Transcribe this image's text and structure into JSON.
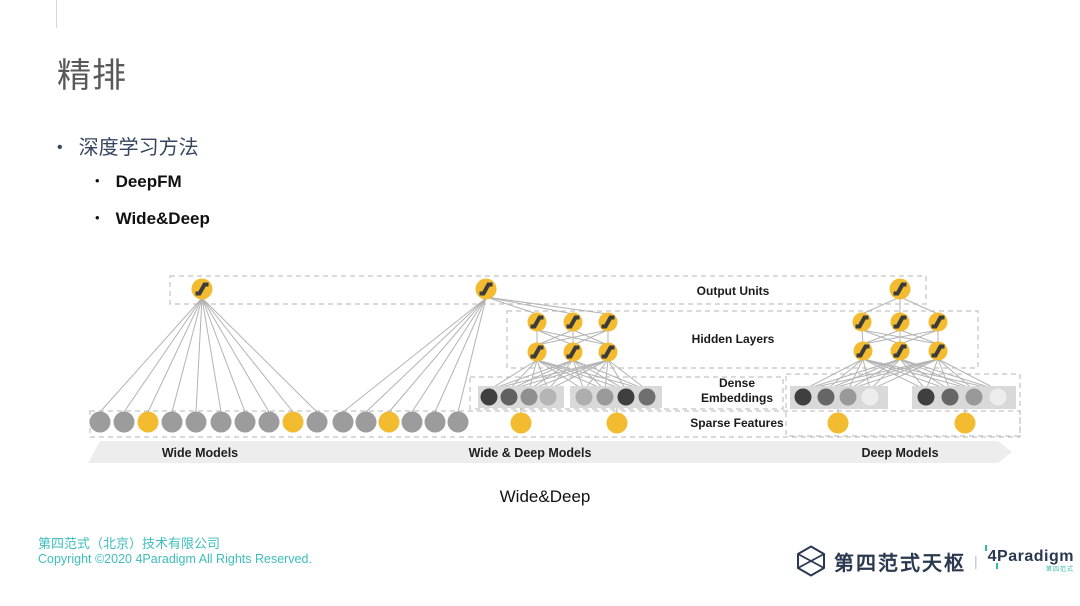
{
  "slide": {
    "title": "精排",
    "bullet": "深度学习方法",
    "sub_bullets": [
      "DeepFM",
      "Wide&Deep"
    ],
    "caption": "Wide&Deep"
  },
  "diagram": {
    "labels": {
      "output_units": "Output Units",
      "hidden_layers": "Hidden Layers",
      "dense_embeddings_line1": "Dense",
      "dense_embeddings_line2": "Embeddings",
      "sparse_features": "Sparse Features"
    },
    "banners": [
      "Wide Models",
      "Wide & Deep Models",
      "Deep Models"
    ],
    "structure": {
      "wide_sparse_count": 10,
      "wide_yellow_indices": [
        2,
        8
      ],
      "mid_wide_sparse_count": 6,
      "mid_wide_yellow_indices": [
        2
      ],
      "hidden_rows_per_deep_model": 2,
      "hidden_nodes_per_row": 3,
      "embedding_circles_per_box": 4
    },
    "embedding_shades": {
      "mid_left": [
        "#3F3F3F",
        "#606060",
        "#8F8F8F",
        "#B5B5B5"
      ],
      "mid_right": [
        "#AEAEAE",
        "#9A9A9A",
        "#3F3F3F",
        "#6F6F6F"
      ],
      "deep": [
        "#3F3F3F",
        "#666666",
        "#999999",
        "#EDEDED"
      ]
    }
  },
  "footer": {
    "company": "第四范式（北京）技术有限公司",
    "copyright": "Copyright ©2020 4Paradigm All Rights Reserved.",
    "logo_text": "第四范式天枢",
    "logo_divider": "|",
    "brand_prefix": "4",
    "brand_rest": "Paradigm",
    "brand_sub": "第四范式"
  },
  "colors": {
    "accent_yellow": "#F2BB30",
    "node_stripe": "#3B3B3B",
    "node_gray": "#9C9C9C",
    "line_gray": "#B3B3B3",
    "dash_gray": "#C3C3C3",
    "embed_box": "#D9D9D9",
    "banner_gray": "#EDEDED",
    "teal": "#3EBDBD",
    "navy": "#2B3950",
    "bullet_navy": "#35455F",
    "title_gray": "#595959"
  }
}
